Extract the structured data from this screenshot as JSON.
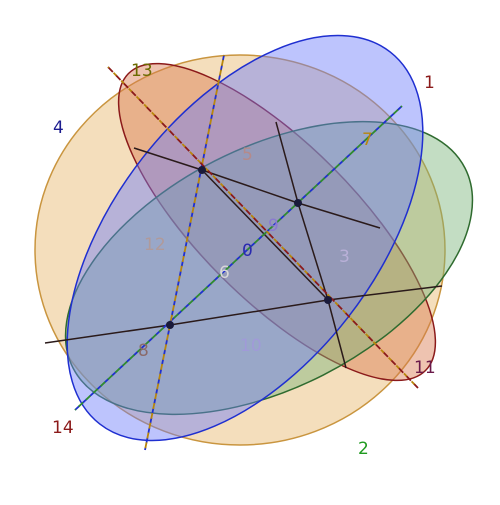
{
  "diagram": {
    "ellipses": [
      {
        "id": "yellow",
        "fill": "#e6b66b",
        "stroke": "#c9953f"
      },
      {
        "id": "red",
        "fill": "#d97a4f",
        "stroke": "#8b1a1a"
      },
      {
        "id": "green",
        "fill": "#79b47a",
        "stroke": "#2f6b2f"
      },
      {
        "id": "blue",
        "fill": "#6d7dfb",
        "stroke": "#1f2fd0"
      }
    ],
    "outer_labels": [
      {
        "id": "label-1",
        "text": "1",
        "color": "#8b1a1a"
      },
      {
        "id": "label-2",
        "text": "2",
        "color": "#1f9a1f"
      },
      {
        "id": "label-4",
        "text": "4",
        "color": "#1c1c8f"
      },
      {
        "id": "label-11",
        "text": "11",
        "color": "#6b1a4a"
      },
      {
        "id": "label-13",
        "text": "13",
        "color": "#6b6b00"
      },
      {
        "id": "label-14",
        "text": "14",
        "color": "#8b1a1a"
      }
    ],
    "inner_labels": [
      {
        "id": "label-0",
        "text": "0",
        "color": "#2a2ab0"
      },
      {
        "id": "label-3",
        "text": "3",
        "color": "#b9b0d8"
      },
      {
        "id": "label-5",
        "text": "5",
        "color": "#b58a8a"
      },
      {
        "id": "label-6",
        "text": "6",
        "color": "#d8d8d8"
      },
      {
        "id": "label-7",
        "text": "7",
        "color": "#b8860b"
      },
      {
        "id": "label-8",
        "text": "8",
        "color": "#8a6a6a"
      },
      {
        "id": "label-9",
        "text": "9",
        "color": "#8a7ad0"
      },
      {
        "id": "label-10",
        "text": "10",
        "color": "#a09ad8"
      },
      {
        "id": "label-12",
        "text": "12",
        "color": "#b09a9a"
      }
    ],
    "vertex_color": "#1a1a3a"
  }
}
